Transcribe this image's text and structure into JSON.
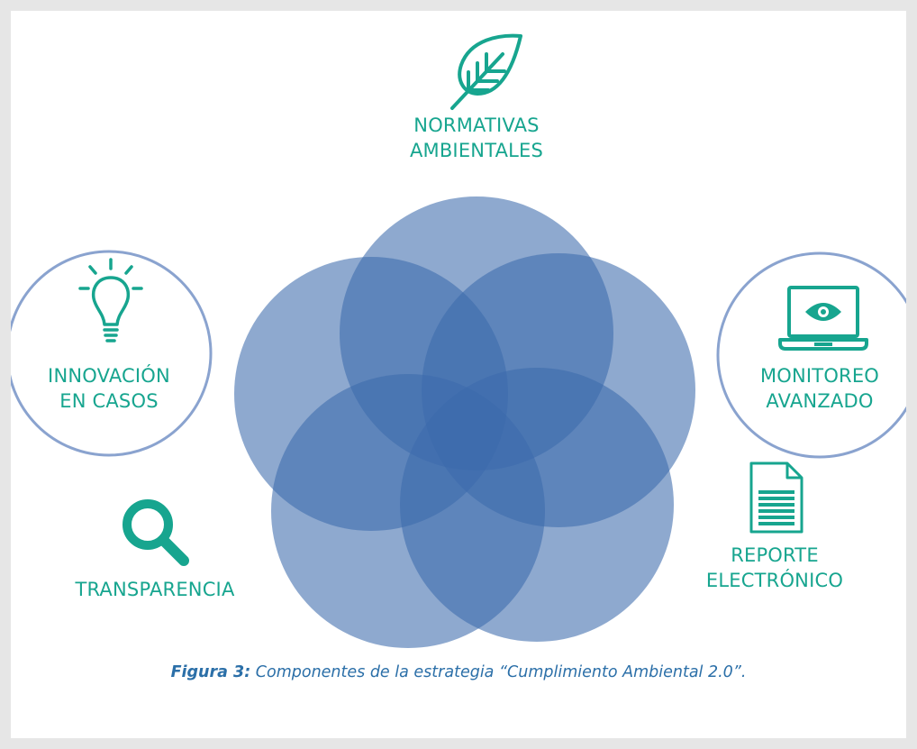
{
  "components": [
    {
      "key": "normativas",
      "lines": [
        "NORMATIVAS",
        "AMBIENTALES"
      ],
      "icon": "leaf-icon"
    },
    {
      "key": "monitoreo",
      "lines": [
        "MONITOREO",
        "AVANZADO"
      ],
      "icon": "laptop-eye-icon"
    },
    {
      "key": "reporte",
      "lines": [
        "REPORTE",
        "ELECTRÓNICO"
      ],
      "icon": "document-icon"
    },
    {
      "key": "transparencia",
      "lines": [
        "TRANSPARENCIA"
      ],
      "icon": "magnifier-icon"
    },
    {
      "key": "innovacion",
      "lines": [
        "INNOVACIÓN",
        "EN CASOS"
      ],
      "icon": "lightbulb-icon"
    }
  ],
  "caption": {
    "prefix": "Figura 3:",
    "text": " Componentes de la estrategia “Cumplimiento Ambiental 2.0”."
  },
  "colors": {
    "accent_teal": "#17a58f",
    "circle_fill": "#3d6aad",
    "highlight_ring": "#8aa3cf",
    "caption": "#2b6fa8"
  }
}
